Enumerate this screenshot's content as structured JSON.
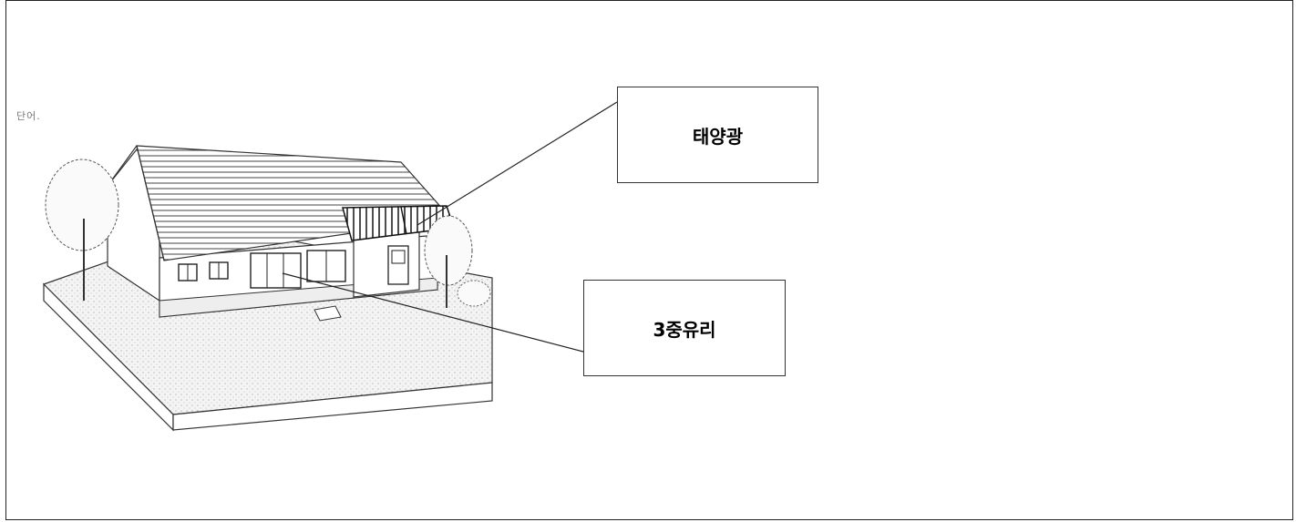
{
  "labels": {
    "solar": "태양광",
    "glass": "3중유리"
  },
  "scan_fragment": "단어.",
  "colors": {
    "line": "#222222",
    "ground": "#f2f2f2",
    "background": "#ffffff"
  }
}
